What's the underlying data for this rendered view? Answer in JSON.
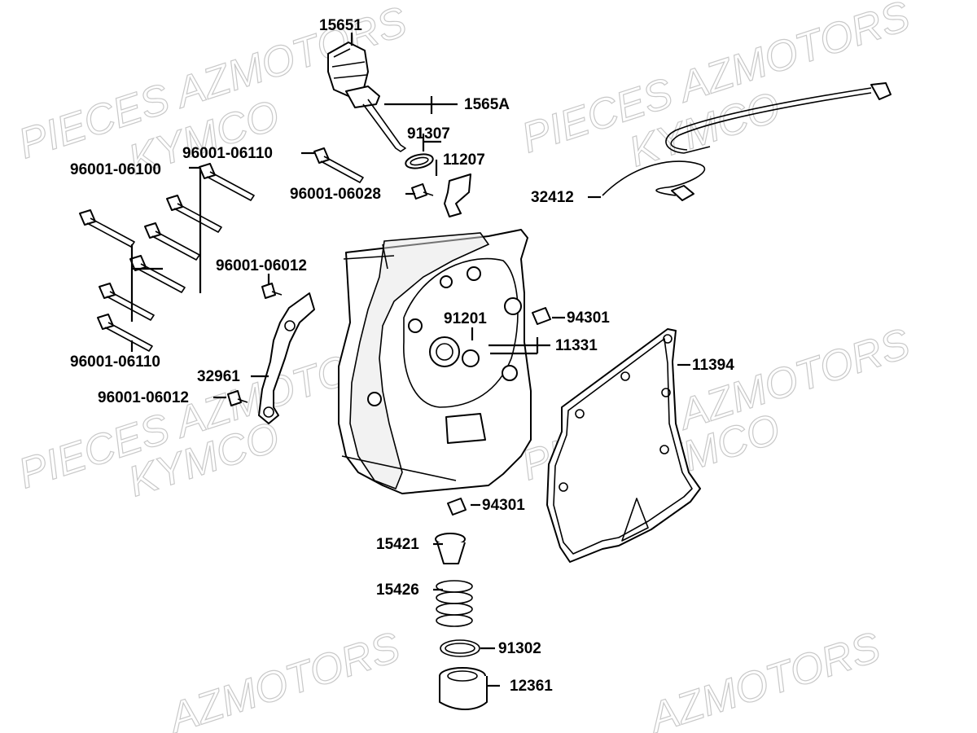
{
  "watermarks": [
    "PIECES AZMOTORS",
    "KYMCO",
    "PIECES AZMOTORS",
    "KYMCO",
    "PIECES AZMOTORS",
    "KYMCO",
    "PIECES AZMOTORS",
    "KYMCO",
    "AZMOTORS",
    "AZMOTORS"
  ],
  "labels": {
    "l15651": "15651",
    "l1565A": "1565A",
    "l91307": "91307",
    "l11207": "11207",
    "l9600106110a": "96001-06110",
    "l9600106100": "96001-06100",
    "l9600106028": "96001-06028",
    "l32412": "32412",
    "l9600106012a": "96001-06012",
    "l94301a": "94301",
    "l91201": "91201",
    "l11331": "11331",
    "l11394": "11394",
    "l9600106110b": "96001-06110",
    "l32961": "32961",
    "l9600106012b": "96001-06012",
    "l94301b": "94301",
    "l15421": "15421",
    "l15426": "15426",
    "l91302": "91302",
    "l12361": "12361"
  }
}
